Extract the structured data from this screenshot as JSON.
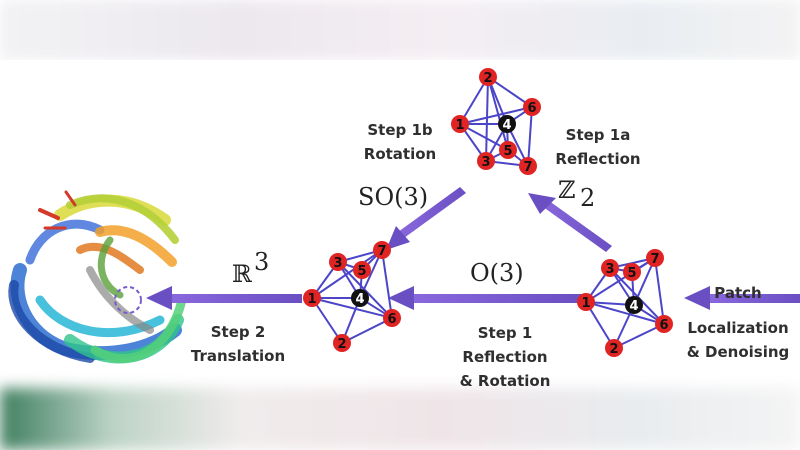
{
  "labels": {
    "step1b_title": "Step 1b",
    "step1b_sub": "Rotation",
    "step1a_title": "Step 1a",
    "step1a_sub": "Reflection",
    "step1_title": "Step 1",
    "step1_sub1": "Reflection",
    "step1_sub2": "& Rotation",
    "step2_title": "Step 2",
    "step2_sub": "Translation",
    "patch_1": "Patch",
    "patch_2": "Localization",
    "patch_3": "& Denoising"
  },
  "groups": {
    "so3_prefix": "SO(3)",
    "z2_letter": "ℤ",
    "z2_sub": "2",
    "o3": "O(3)",
    "r3_letter": "ℝ",
    "r3_sup": "3"
  },
  "node_numbers": [
    "1",
    "2",
    "3",
    "4",
    "5",
    "6",
    "7"
  ],
  "colors": {
    "arrow": "#7b5bd0",
    "node_red": "#e02424",
    "node_black": "#111111",
    "edge_blue": "#4b45c8"
  }
}
